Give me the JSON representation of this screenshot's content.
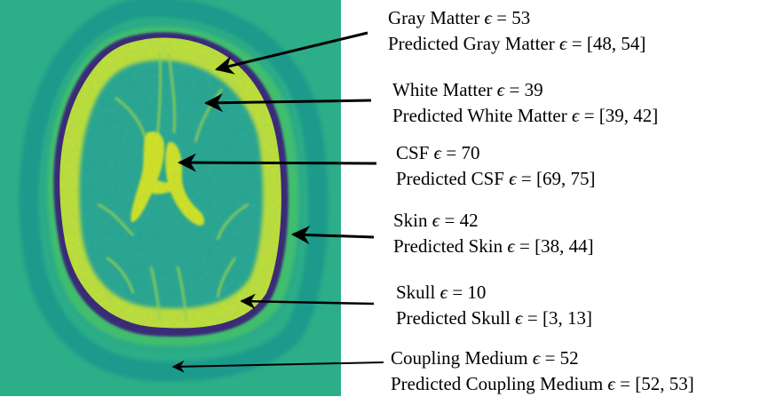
{
  "image": {
    "subject": "axial-brain-permittivity-map"
  },
  "annotations": [
    {
      "id": "gray-matter",
      "tissue": "Gray Matter",
      "actual": "53",
      "predicted": "[48, 54]"
    },
    {
      "id": "white-matter",
      "tissue": "White Matter",
      "actual": "39",
      "predicted": "[39, 42]"
    },
    {
      "id": "csf",
      "tissue": "CSF",
      "actual": "70",
      "predicted": "[69, 75]"
    },
    {
      "id": "skin",
      "tissue": "Skin",
      "actual": "42",
      "predicted": "[38, 44]"
    },
    {
      "id": "skull",
      "tissue": "Skull",
      "actual": "10",
      "predicted": "[3, 13]"
    },
    {
      "id": "coupling-medium",
      "tissue": "Coupling Medium",
      "actual": "52",
      "predicted": "[52, 53]"
    }
  ],
  "text": {
    "predicted_prefix": "Predicted",
    "symbol": "ϵ",
    "equals": "="
  },
  "colors": {
    "background_medium": "#2cae88",
    "outer_ring": "#1e9a8b",
    "skin": "#3fbe6e",
    "skull": "#3b2b78",
    "gray_matter": "#c4df32",
    "white_matter": "#26a38e",
    "csf": "#d8e21e",
    "arrow": "#000000"
  }
}
